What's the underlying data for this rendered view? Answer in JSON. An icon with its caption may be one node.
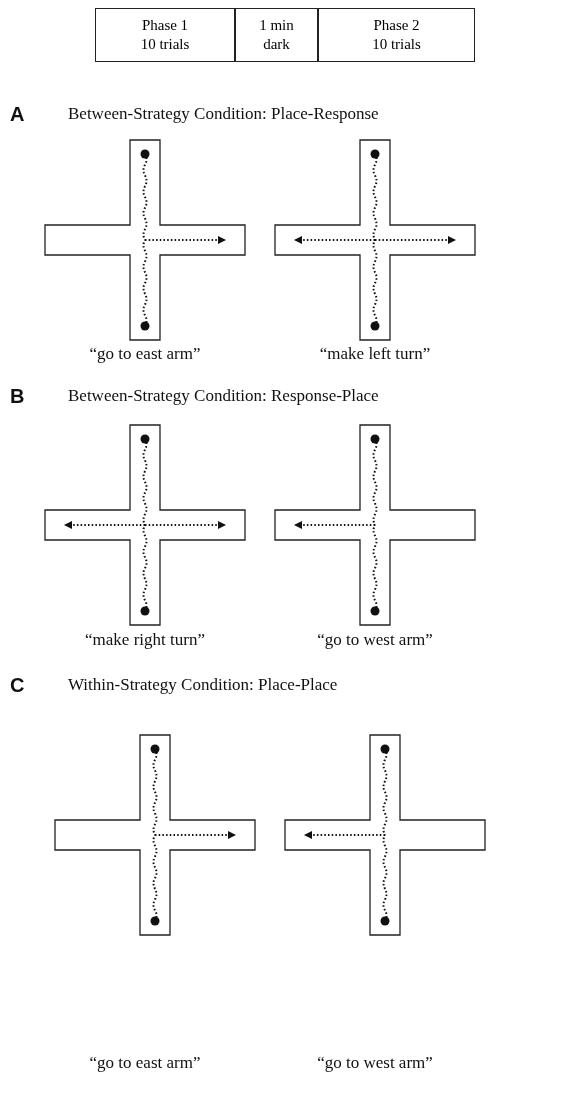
{
  "diagram": {
    "labels": [
      "Phase 1 10 trials",
      "1 min dark",
      "Phase 2 10 trials",
      "A",
      "Between-Strategy Condition: Place-Response",
      "“go to east arm”",
      "“make left turn”",
      "B",
      "Between-Strategy Condition: Response-Place",
      "“make right turn”",
      "“go to west arm”",
      "C",
      "Within-Strategy Condition: Place-Place",
      "“go to east arm”",
      "“go to west arm”"
    ]
  }
}
